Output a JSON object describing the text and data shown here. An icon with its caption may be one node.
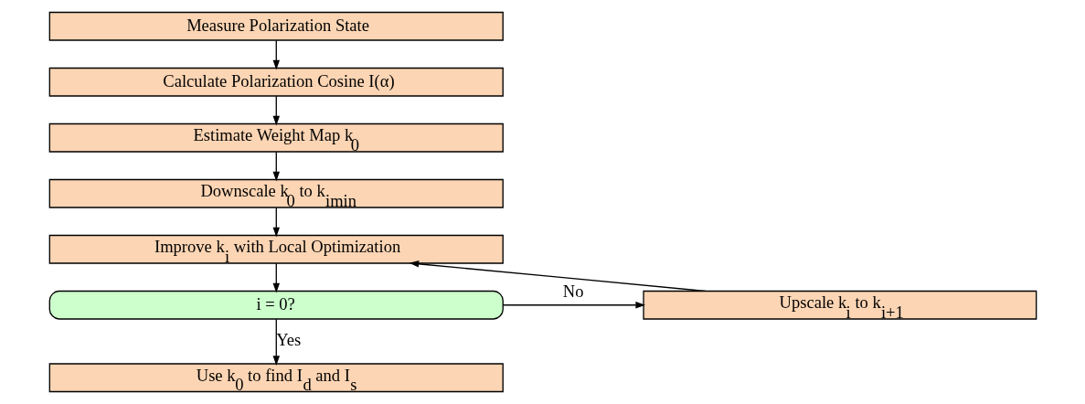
{
  "diagram": {
    "nodes": [
      {
        "text": [
          "Measure Polarization State"
        ]
      },
      {
        "text": [
          "Calculate Polarization Cosine I(α)"
        ]
      },
      {
        "text": [
          "Estimate Weight Map k$_{0}$"
        ]
      },
      {
        "text": [
          "Downscale k$_{0}$ to k$_{imin}$"
        ]
      },
      {
        "text": [
          "Improve k$_{i}$ with Local Optimization"
        ]
      },
      {
        "text": [
          "i = 0?"
        ]
      },
      {
        "text": [
          "Upscale k$_{i}$ to k$_{i+1}$"
        ]
      },
      {
        "text": [
          "Use k$_{0}$ to find I$_{d}$ and I$_{s}$"
        ]
      }
    ],
    "edges": [
      {
        "from": 0,
        "to": 1,
        "arrow": "to"
      },
      {
        "from": 1,
        "to": 2,
        "arrow": "to"
      },
      {
        "from": 2,
        "to": 3,
        "arrow": "to"
      },
      {
        "from": 3,
        "to": 4,
        "arrow": "to"
      },
      {
        "from": 4,
        "to": 5,
        "arrow": "to"
      },
      {
        "from": 5,
        "to": 6,
        "arrow": "to",
        "label": "No"
      },
      {
        "from": 6,
        "to": 4,
        "arrow": "to"
      },
      {
        "from": 5,
        "to": 7,
        "arrow": "to",
        "label": "Yes"
      }
    ]
  }
}
